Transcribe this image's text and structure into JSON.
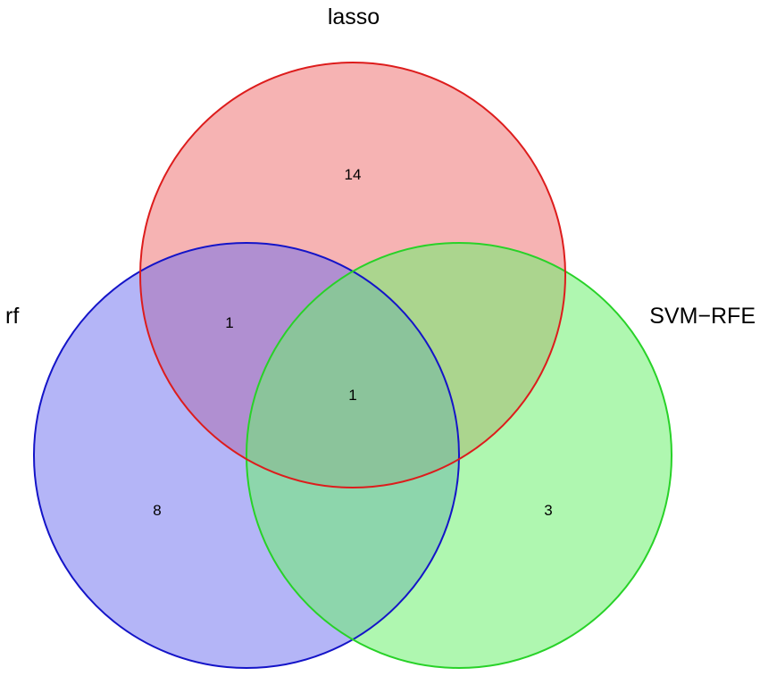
{
  "sets": [
    {
      "id": "lasso",
      "label": "lasso",
      "fill": "#f08080",
      "stroke": "#dd1c1c"
    },
    {
      "id": "rf",
      "label": "rf",
      "fill": "#6a6cf0",
      "stroke": "#1414c8"
    },
    {
      "id": "svm",
      "label": "SVM−RFE",
      "fill": "#6ef070",
      "stroke": "#28d228"
    }
  ],
  "regions": {
    "lasso_only": "14",
    "rf_only": "8",
    "svm_only": "3",
    "lasso_rf": "1",
    "all_three": "1"
  }
}
